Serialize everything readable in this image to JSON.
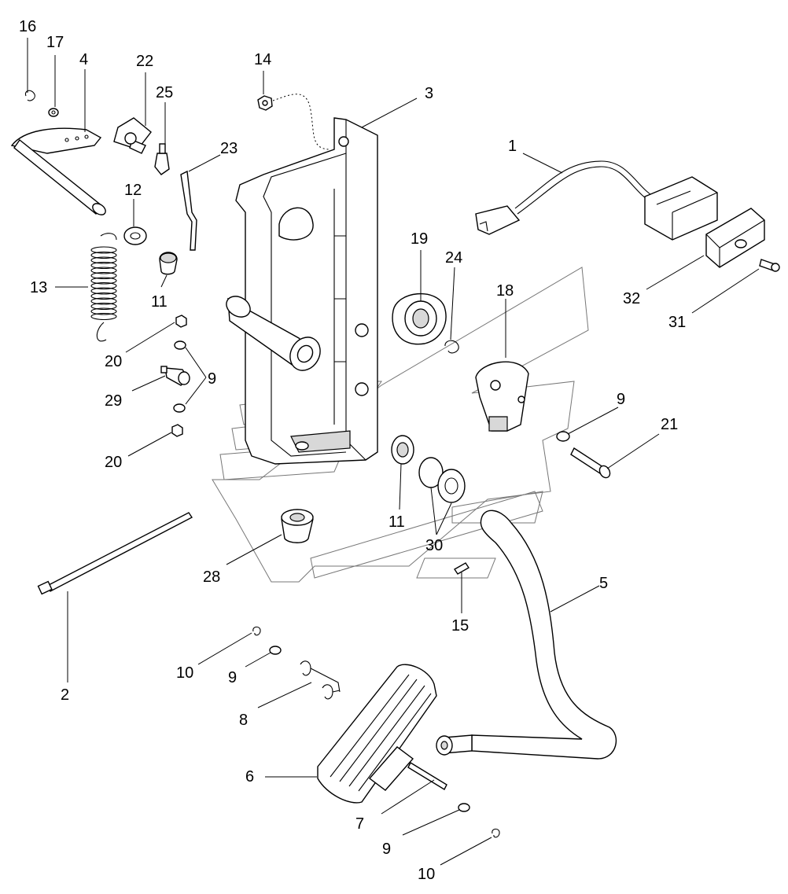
{
  "callouts": [
    {
      "id": "c16a",
      "label": "16"
    },
    {
      "id": "c17",
      "label": "17"
    },
    {
      "id": "c4",
      "label": "4"
    },
    {
      "id": "c22",
      "label": "22"
    },
    {
      "id": "c25",
      "label": "25"
    },
    {
      "id": "c14",
      "label": "14"
    },
    {
      "id": "c3",
      "label": "3"
    },
    {
      "id": "c23",
      "label": "23"
    },
    {
      "id": "c1",
      "label": "1"
    },
    {
      "id": "c12",
      "label": "12"
    },
    {
      "id": "c19",
      "label": "19"
    },
    {
      "id": "c24",
      "label": "24"
    },
    {
      "id": "c18",
      "label": "18"
    },
    {
      "id": "c13",
      "label": "13"
    },
    {
      "id": "c11a",
      "label": "11"
    },
    {
      "id": "c32",
      "label": "32"
    },
    {
      "id": "c31",
      "label": "31"
    },
    {
      "id": "c20a",
      "label": "20"
    },
    {
      "id": "c9a",
      "label": "9"
    },
    {
      "id": "c29",
      "label": "29"
    },
    {
      "id": "c9b",
      "label": "9"
    },
    {
      "id": "c21",
      "label": "21"
    },
    {
      "id": "c20b",
      "label": "20"
    },
    {
      "id": "c11b",
      "label": "11"
    },
    {
      "id": "c30",
      "label": "30"
    },
    {
      "id": "c28",
      "label": "28"
    },
    {
      "id": "c5",
      "label": "5"
    },
    {
      "id": "c15",
      "label": "15"
    },
    {
      "id": "c10a",
      "label": "10"
    },
    {
      "id": "c2",
      "label": "2"
    },
    {
      "id": "c9c",
      "label": "9"
    },
    {
      "id": "c8",
      "label": "8"
    },
    {
      "id": "c6",
      "label": "6"
    },
    {
      "id": "c7",
      "label": "7"
    },
    {
      "id": "c9d",
      "label": "9"
    },
    {
      "id": "c10b",
      "label": "10"
    }
  ]
}
